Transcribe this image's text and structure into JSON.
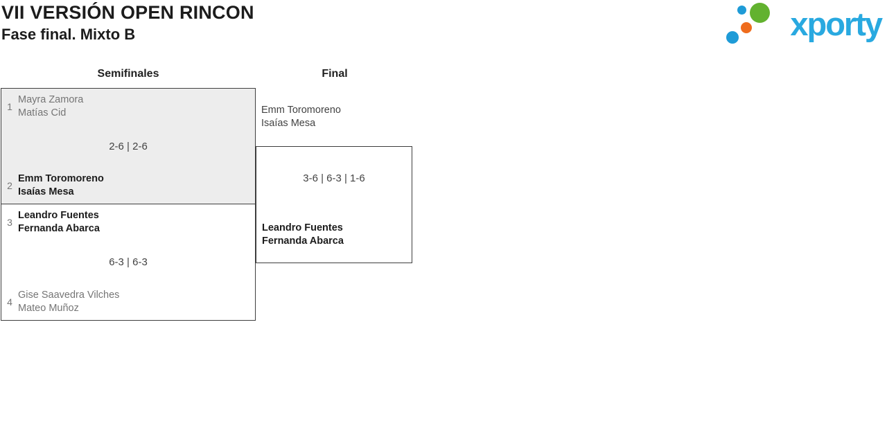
{
  "header": {
    "title": "VII VERSIÓN OPEN RINCON",
    "subtitle": "Fase final. Mixto B"
  },
  "logo": {
    "text": "xporty"
  },
  "rounds": {
    "semifinals_label": "Semifinales",
    "final_label": "Final"
  },
  "matches": {
    "semifinal1": {
      "seed_top": "1",
      "top_player1": "Mayra Zamora",
      "top_player2": "Matías Cid",
      "score": "2-6 | 2-6",
      "seed_bottom": "2",
      "bottom_player1": "Emm Toromoreno",
      "bottom_player2": "Isaías Mesa",
      "winner": "bottom"
    },
    "semifinal2": {
      "seed_top": "3",
      "top_player1": "Leandro Fuentes",
      "top_player2": "Fernanda Abarca",
      "score": "6-3 | 6-3",
      "seed_bottom": "4",
      "bottom_player1": "Gise Saavedra Vilches",
      "bottom_player2": "Mateo Muñoz",
      "winner": "top"
    },
    "final": {
      "top_player1": "Emm Toromoreno",
      "top_player2": "Isaías Mesa",
      "score": "3-6 | 6-3 | 1-6",
      "bottom_player1": "Leandro Fuentes",
      "bottom_player2": "Fernanda Abarca",
      "winner": "bottom"
    }
  },
  "colors": {
    "winner_text": "#1c1c1c",
    "loser_text": "#757575",
    "score_text": "#424242",
    "box_border": "#3d3d3d",
    "match_alt_bg": "#ededed",
    "logo_blue": "#29a9e0",
    "logo_green": "#62b22f",
    "logo_orange": "#ef6c1d"
  }
}
